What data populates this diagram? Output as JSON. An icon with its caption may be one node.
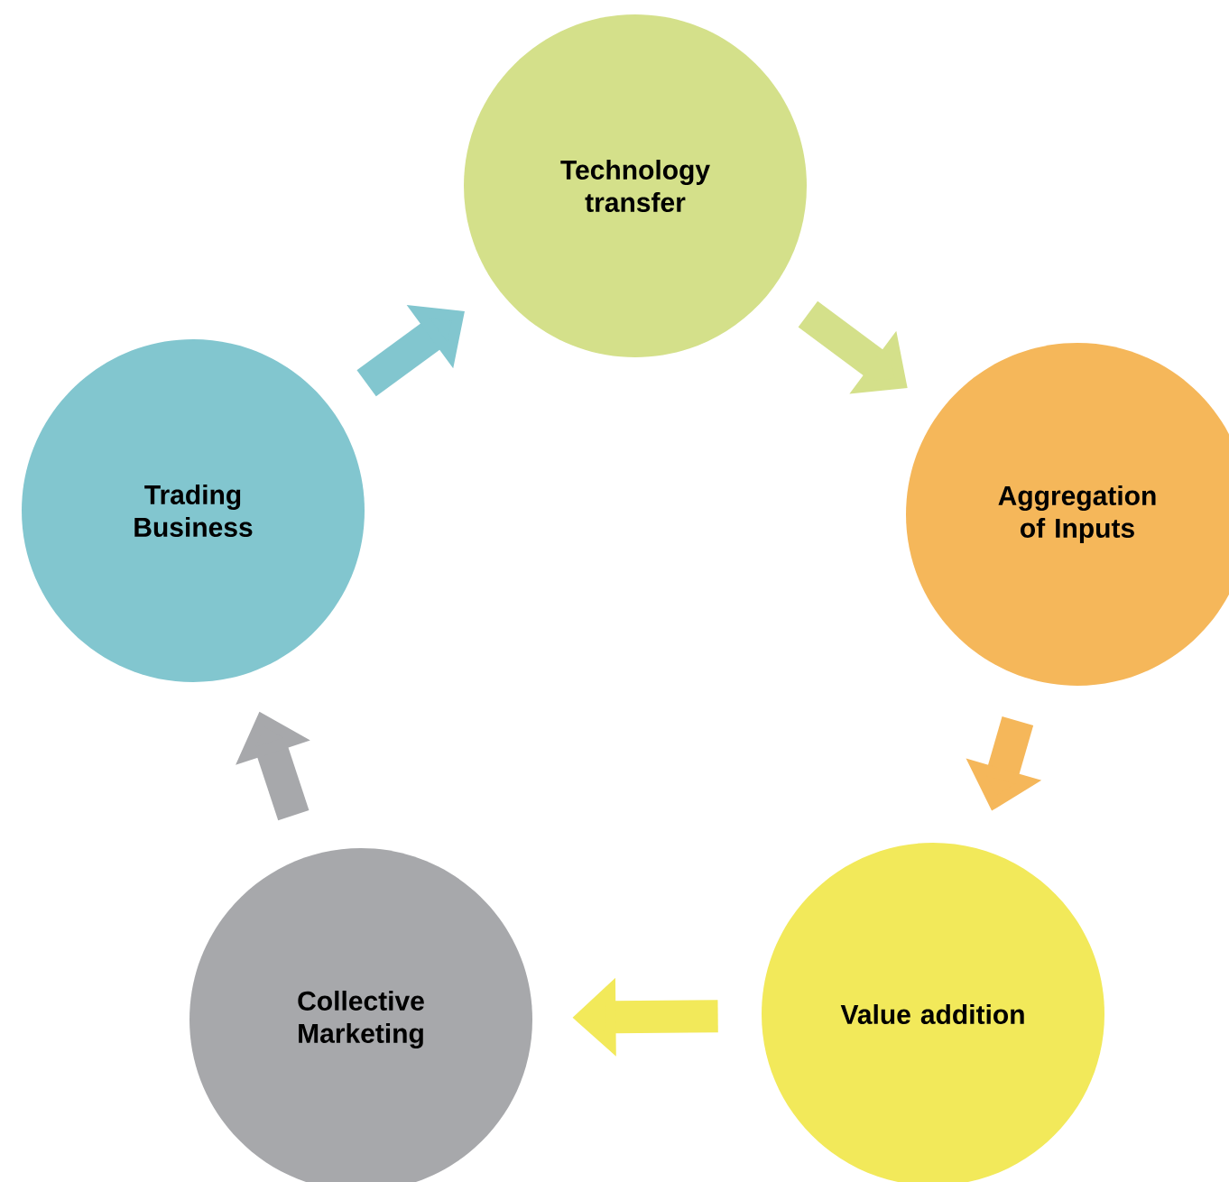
{
  "diagram": {
    "nodes": [
      {
        "text": [
          "Technology transfer"
        ]
      },
      {
        "text": [
          "Aggregation of Inputs"
        ]
      },
      {
        "text": [
          "Value addition"
        ]
      },
      {
        "text": [
          "Collective Marketing"
        ]
      },
      {
        "text": [
          "Trading Business"
        ]
      }
    ],
    "edges": [
      {
        "from": 0,
        "to": 1,
        "arrow": "to",
        "color": "#d4e08a"
      },
      {
        "from": 1,
        "to": 2,
        "arrow": "to",
        "color": "#f5b75a"
      },
      {
        "from": 2,
        "to": 3,
        "arrow": "to",
        "color": "#f2e95a"
      },
      {
        "from": 3,
        "to": 4,
        "arrow": "to",
        "color": "#a7a8ab"
      },
      {
        "from": 4,
        "to": 0,
        "arrow": "to",
        "color": "#82c6cf"
      }
    ]
  }
}
